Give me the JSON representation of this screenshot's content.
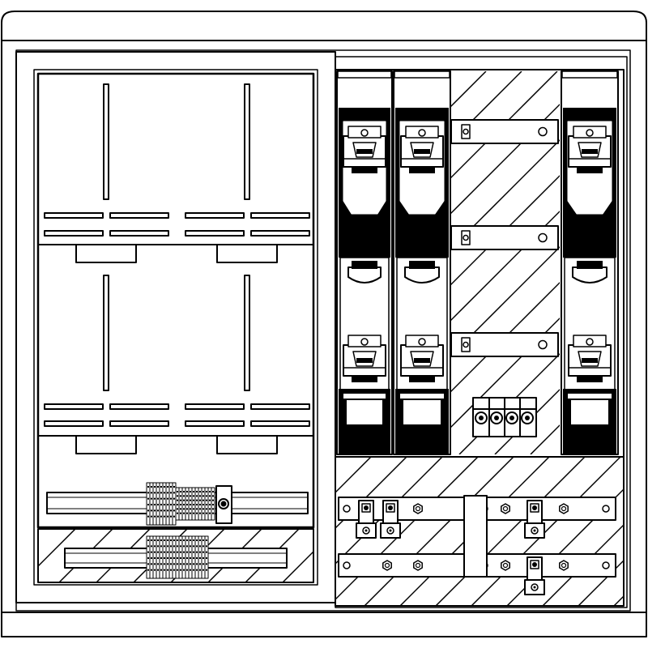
{
  "drawing": {
    "subject": "electrical-distribution-cabinet-line-drawing",
    "stroke_color": "#000000",
    "fill_color": "#ffffff",
    "solid_color": "#000000",
    "left_section": {
      "meter_fields": 2,
      "din_rails": 2,
      "terminal_blocks": 2
    },
    "right_section": {
      "fuse_switch_strips": 3,
      "hatched_panels": 2,
      "busbars": 4,
      "busbar_terminals": 5
    }
  }
}
